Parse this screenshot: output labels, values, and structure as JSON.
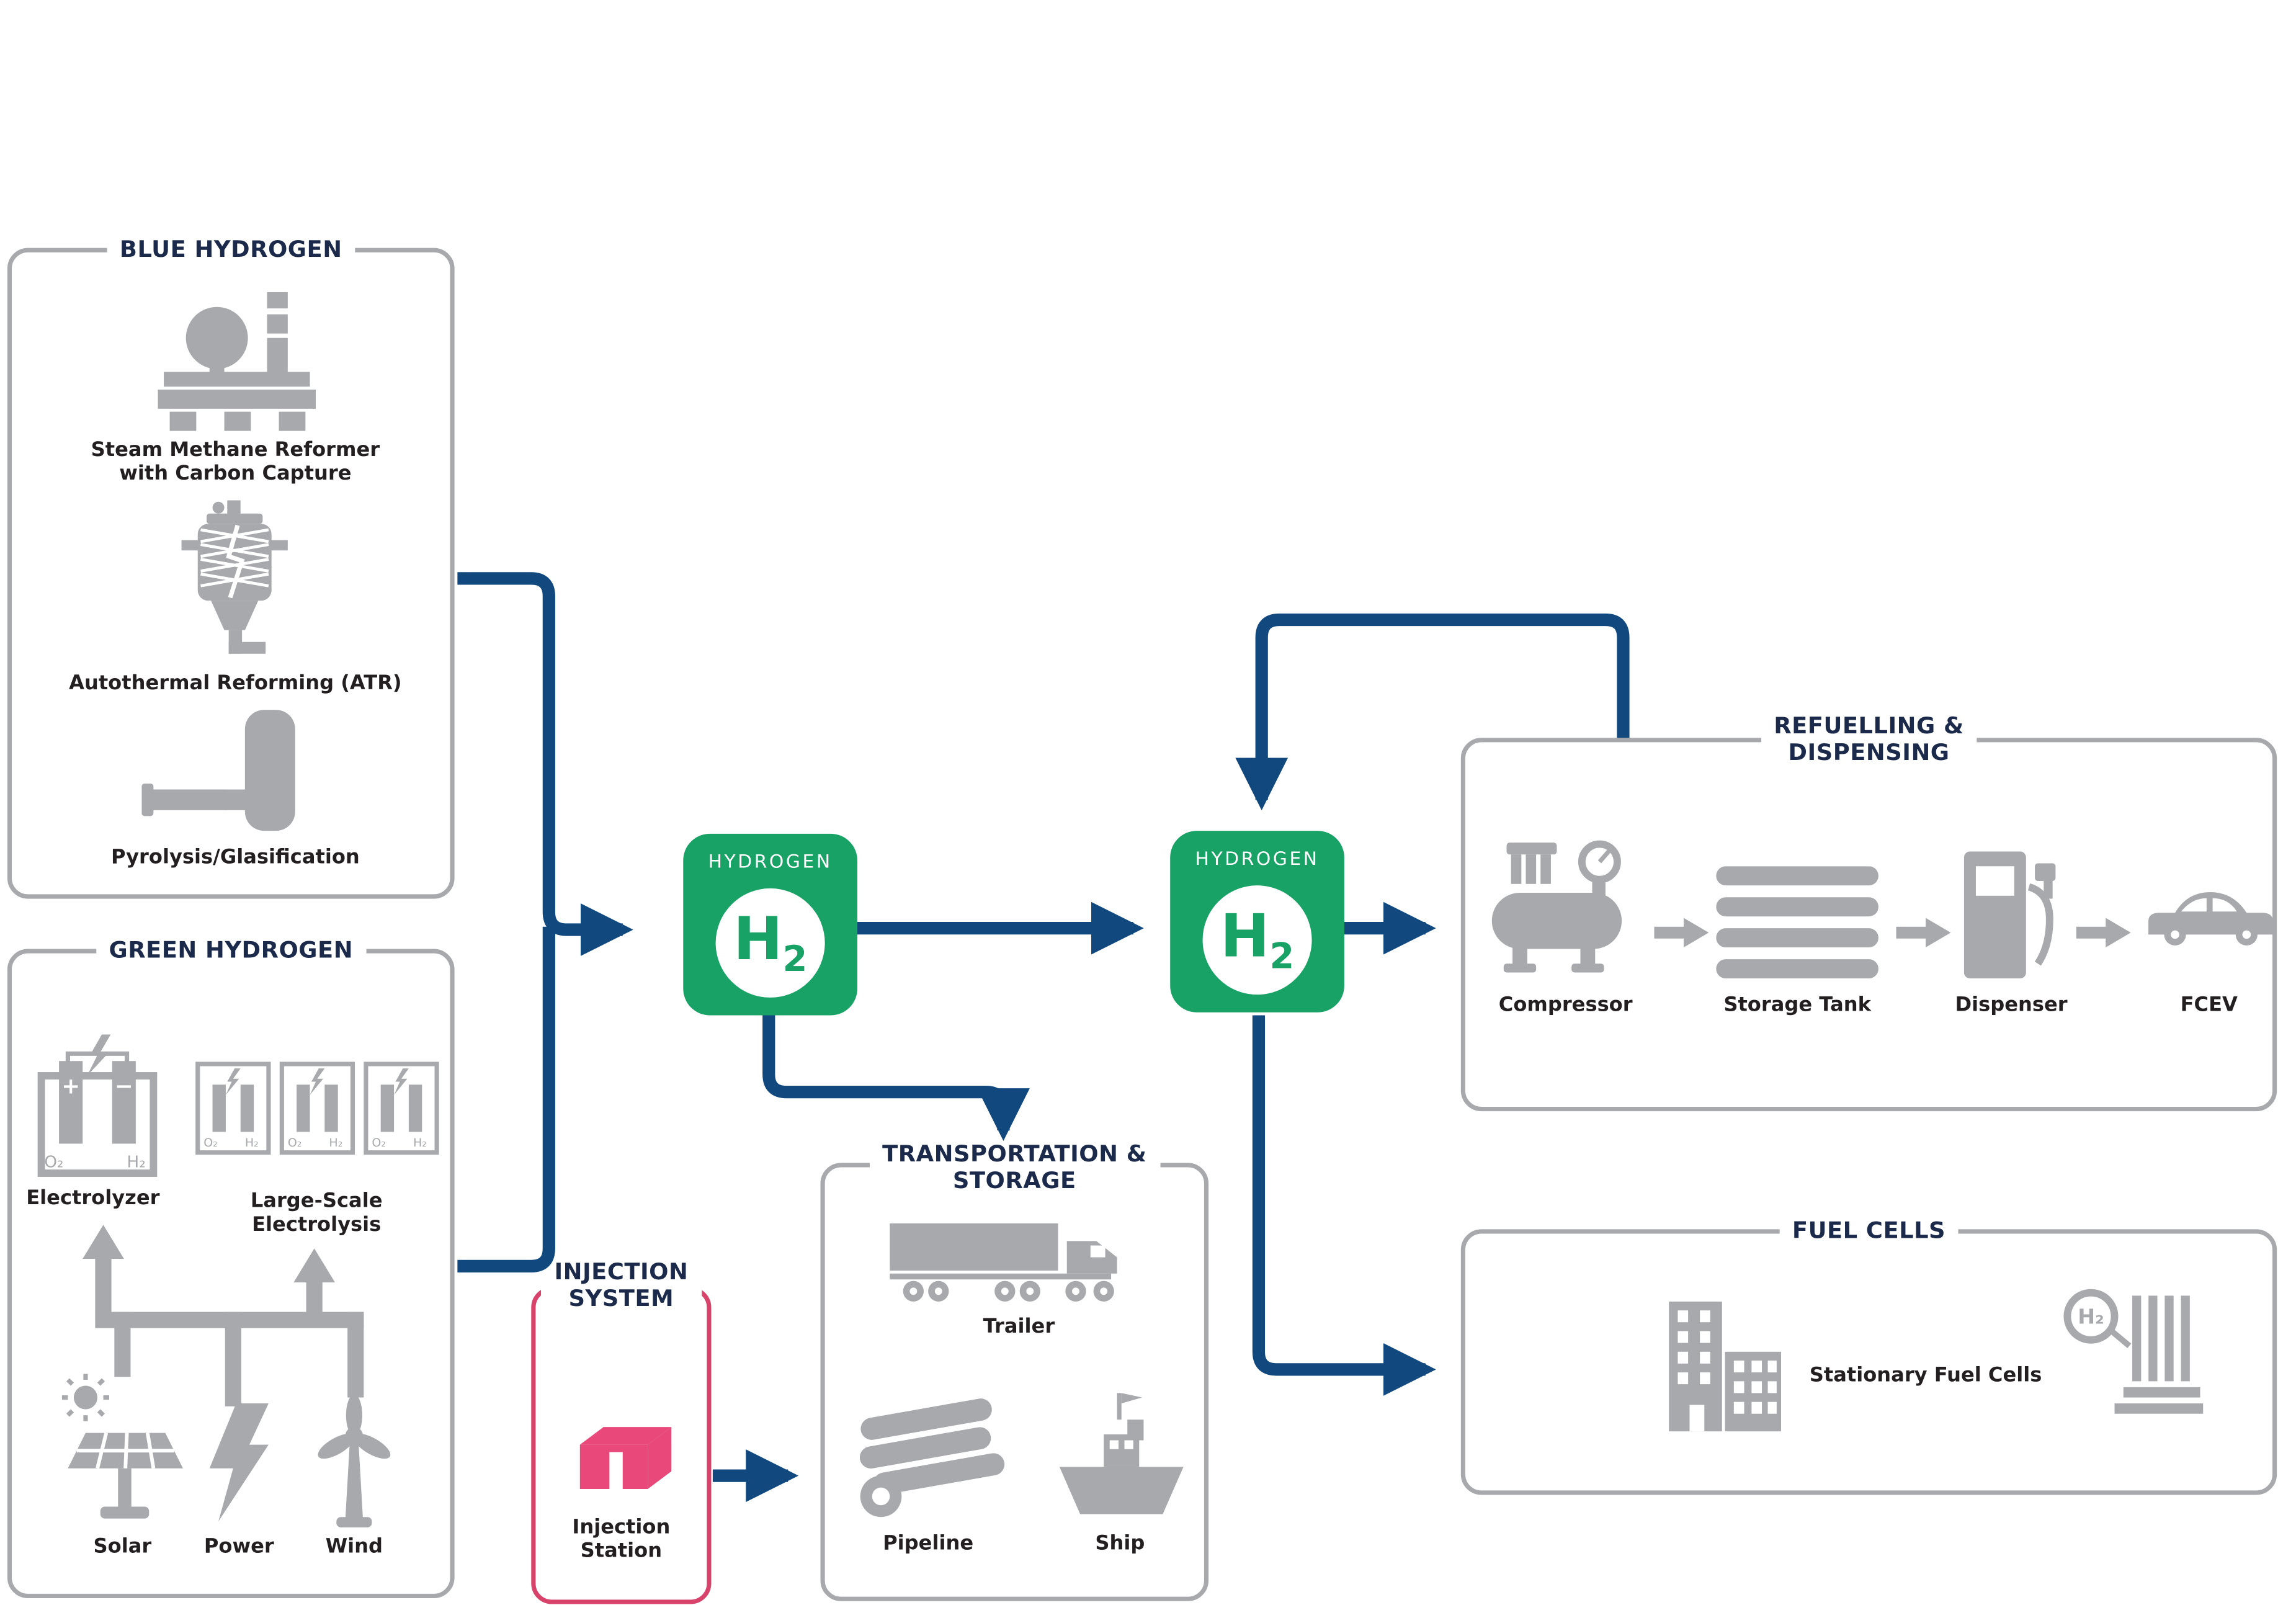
{
  "palette": {
    "navy_arrow": "#11497f",
    "heading": "#1b2a4a",
    "gray": "#a7a9ac",
    "green": "#18a266",
    "pink": "#e8497a",
    "pink_border": "#d8436b",
    "label_text": "#231f20"
  },
  "blue_hydrogen": {
    "title": "BLUE HYDROGEN",
    "smr_label": "Steam Methane Reformer\nwith Carbon Capture",
    "atr_label": "Autothermal Reforming (ATR)",
    "pyrolysis_label": "Pyrolysis/Glasification"
  },
  "green_hydrogen": {
    "title": "GREEN HYDROGEN",
    "electrolyzer_label": "Electrolyzer",
    "large_scale_label": "Large-Scale\nElectrolysis",
    "solar_label": "Solar",
    "power_label": "Power",
    "wind_label": "Wind",
    "o2": "O₂",
    "h2": "H₂",
    "plus": "+",
    "minus": "−"
  },
  "injection_system": {
    "title": "INJECTION\nSYSTEM",
    "station_label": "Injection\nStation"
  },
  "hydrogen_badge": {
    "title": "HYDROGEN",
    "formula_main": "H",
    "formula_sub": "2"
  },
  "transportation_storage": {
    "title": "TRANSPORTATION &\nSTORAGE",
    "trailer_label": "Trailer",
    "pipeline_label": "Pipeline",
    "ship_label": "Ship"
  },
  "refuelling_dispensing": {
    "title": "REFUELLING &\nDISPENSING",
    "compressor_label": "Compressor",
    "storage_tank_label": "Storage Tank",
    "dispenser_label": "Dispenser",
    "fcev_label": "FCEV"
  },
  "fuel_cells": {
    "title": "FUEL CELLS",
    "stationary_label": "Stationary Fuel Cells",
    "h2": "H₂"
  }
}
